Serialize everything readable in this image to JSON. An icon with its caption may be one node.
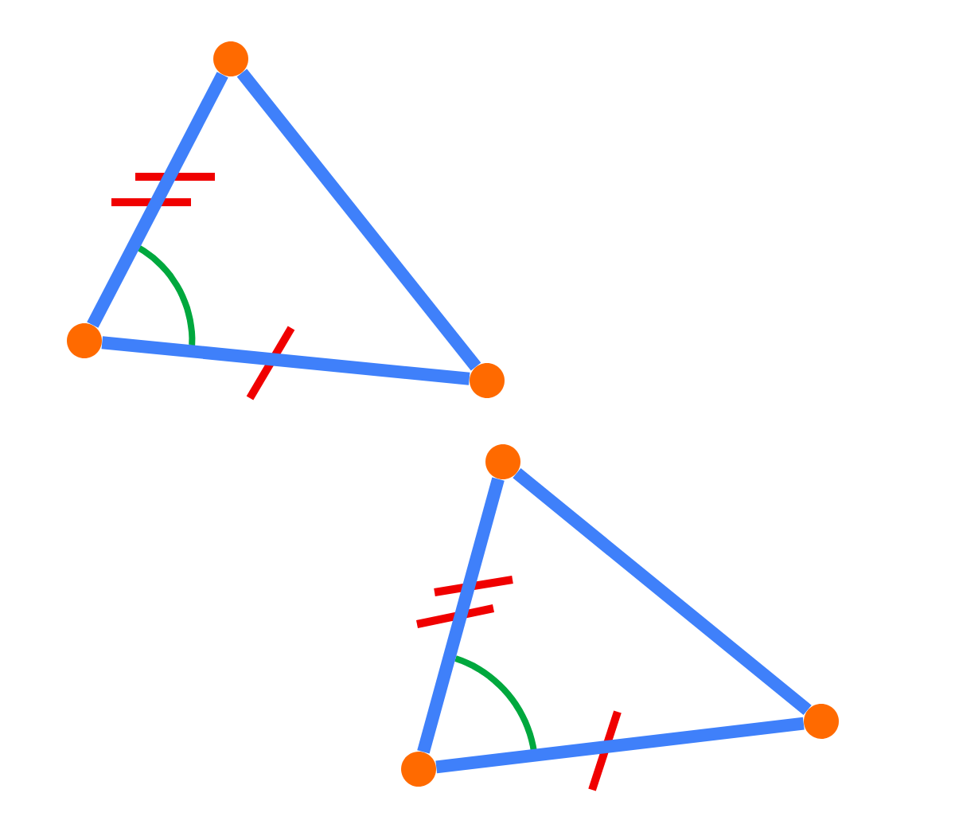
{
  "diagram": {
    "nodes": [
      {
        "text": [],
        "shape": "circle"
      },
      {
        "text": [],
        "shape": "circle"
      },
      {
        "text": [],
        "shape": "circle"
      },
      {
        "text": [],
        "shape": "circle"
      },
      {
        "text": [],
        "shape": "circle"
      },
      {
        "text": [],
        "shape": "circle"
      }
    ],
    "edges": [
      {
        "from": 0,
        "to": 1,
        "arrow": "none"
      },
      {
        "from": 1,
        "to": 2,
        "arrow": "none"
      },
      {
        "from": 2,
        "to": 0,
        "arrow": "none"
      },
      {
        "from": 3,
        "to": 5,
        "arrow": "none"
      },
      {
        "from": 5,
        "to": 4,
        "arrow": "none"
      },
      {
        "from": 4,
        "to": 3,
        "arrow": "none"
      }
    ]
  }
}
